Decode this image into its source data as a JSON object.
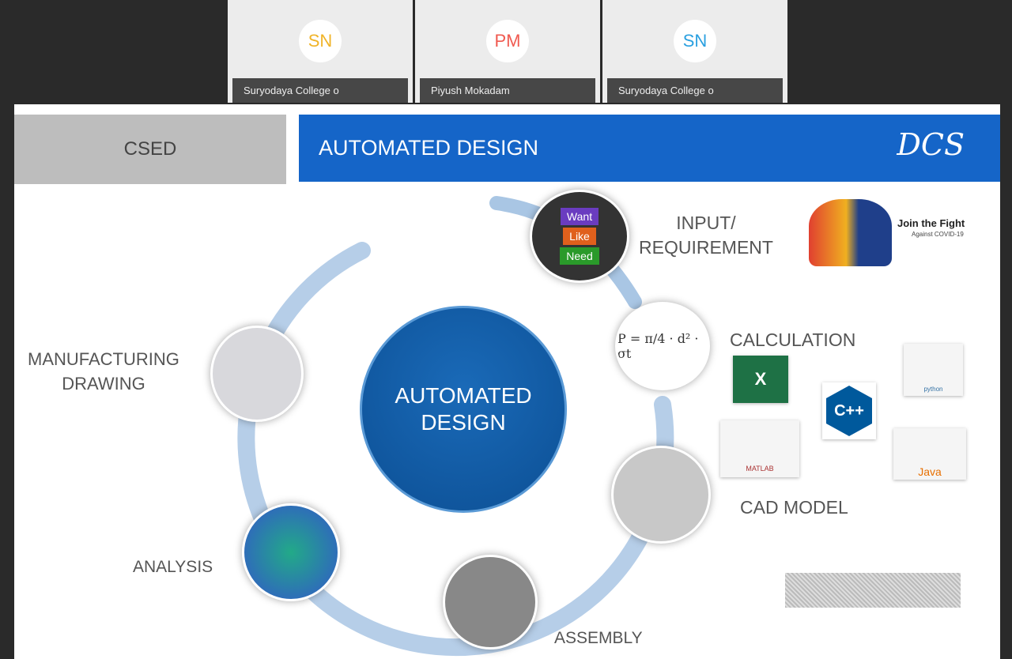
{
  "participants": [
    {
      "initials": "SN",
      "name": "Suryodaya College o",
      "color": "#f0b429"
    },
    {
      "initials": "PM",
      "name": "Piyush Mokadam",
      "color": "#f05a50"
    },
    {
      "initials": "SN",
      "name": "Suryodaya College o",
      "color": "#2aa0e0"
    }
  ],
  "slide": {
    "section": "CSED",
    "title": "AUTOMATED DESIGN",
    "logo": "DCS",
    "center": {
      "line1": "AUTOMATED",
      "line2": "DESIGN"
    },
    "steps": {
      "input1": "INPUT/",
      "input2": "REQUIREMENT",
      "calc": "CALCULATION",
      "cad": "CAD MODEL",
      "assembly": "ASSEMBLY",
      "analysis": "ANALYSIS",
      "mfg1": "MANUFACTURING",
      "mfg2": "DRAWING"
    },
    "keys": [
      "Want",
      "Like",
      "Need"
    ],
    "formula": "P = π/4 · d² · σt",
    "covid": {
      "title": "Join the Fight",
      "subtitle": "Against COVID-19"
    },
    "tools": {
      "excel": "X",
      "cpp": "C++",
      "python": "python",
      "matlab": "MATLAB",
      "java": "Java"
    }
  }
}
